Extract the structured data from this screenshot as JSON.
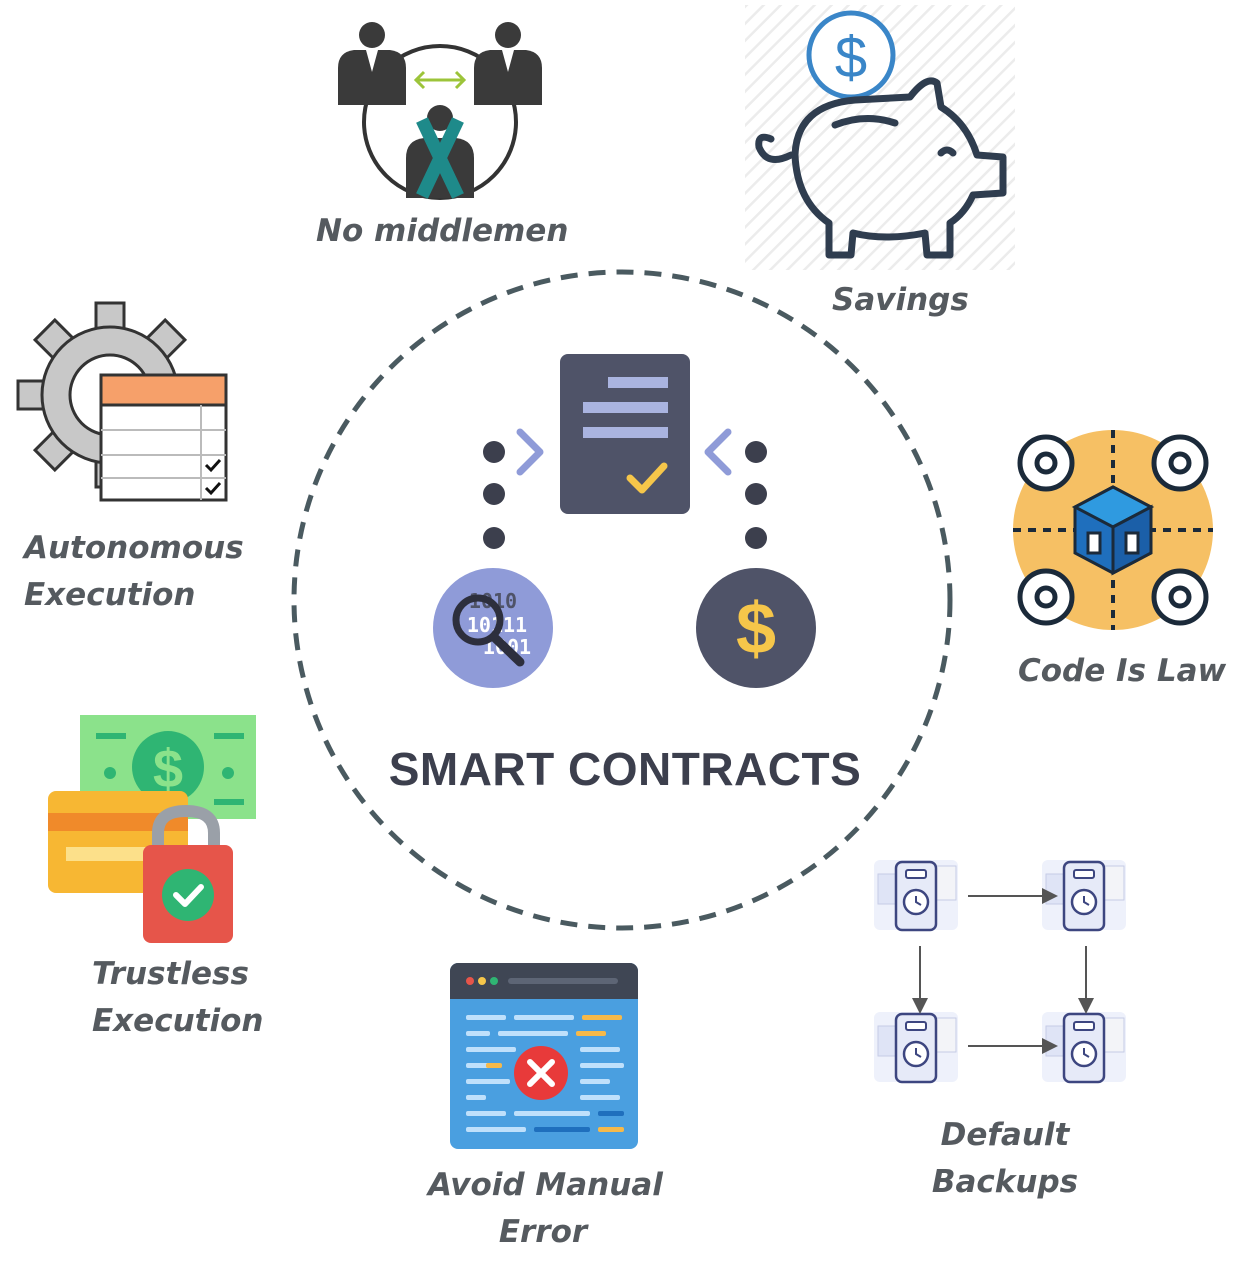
{
  "center": {
    "title": "SMART CONTRACTS"
  },
  "center_icons": {
    "binary_text": [
      "1010",
      "10111",
      "1001"
    ],
    "dollar_symbol": "$"
  },
  "benefits": [
    {
      "id": "no-middlemen",
      "lines": [
        "No middlemen"
      ],
      "icon": "people-handshake-icon"
    },
    {
      "id": "savings",
      "lines": [
        "Savings"
      ],
      "icon": "piggy-bank-icon"
    },
    {
      "id": "autonomous-execution",
      "lines": [
        "Autonomous",
        "Execution"
      ],
      "icon": "gear-checklist-icon"
    },
    {
      "id": "code-is-law",
      "lines": [
        "Code Is Law"
      ],
      "icon": "cube-gears-icon"
    },
    {
      "id": "trustless-execution",
      "lines": [
        "Trustless",
        "Execution"
      ],
      "icon": "secure-payment-icon"
    },
    {
      "id": "avoid-manual-error",
      "lines": [
        "Avoid Manual",
        "Error"
      ],
      "icon": "code-error-icon"
    },
    {
      "id": "default-backups",
      "lines": [
        "Default",
        "Backups"
      ],
      "icon": "backup-drives-icon"
    }
  ],
  "colors": {
    "label_text": "#555a5f",
    "title_text": "#3c3f4d",
    "dashed_circle": "#4a5a60",
    "document": "#4f5368",
    "document_lines": "#aab4e0",
    "accent_yellow": "#f6c64a",
    "binary_circle": "#8f9bd8",
    "dollar_circle": "#4f5368",
    "teal_x": "#1e8a8a",
    "arrow_green": "#9cc43a",
    "piggy_stroke": "#2f3d4f",
    "coin_blue": "#3a86c8",
    "code_orange": "#f6b94a",
    "code_blue": "#1f6fbd",
    "card_yellow": "#f7b733",
    "lock_red": "#e6554a",
    "check_green": "#2fb573",
    "money_green": "#8be28b",
    "browser_blue": "#4a9fe0",
    "error_red": "#e83a3a"
  }
}
